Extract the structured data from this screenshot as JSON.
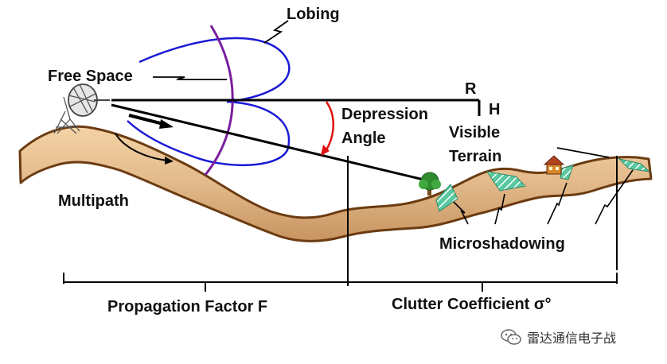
{
  "labels": {
    "lobing": "Lobing",
    "free_space": "Free Space",
    "r": "R",
    "h": "H",
    "depression": "Depression",
    "angle": "Angle",
    "visible": "Visible",
    "terrain": "Terrain",
    "multipath": "Multipath",
    "microshadowing": "Microshadowing",
    "propagation_factor": "Propagation Factor F",
    "clutter_coefficient": "Clutter Coefficient σ°"
  },
  "watermark": {
    "text": "雷达通信电子战"
  },
  "colors": {
    "terrain_fill": "#e2b98a",
    "terrain_edge": "#6b3b12",
    "lobe": "#1a1ad6",
    "wavefront": "#7a1ea0",
    "depression_arc": "#e01010",
    "microshadow": "#58c8a0",
    "tree": "#2e8b2e",
    "house": "#d9862a"
  },
  "icons": [
    "radar-antenna-icon",
    "tree-icon",
    "house-icon",
    "wechat-logo-icon"
  ]
}
